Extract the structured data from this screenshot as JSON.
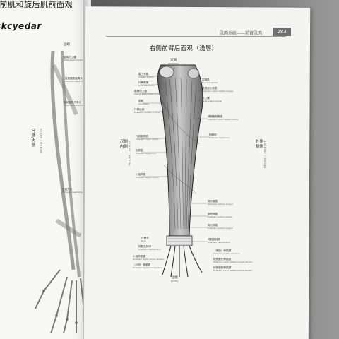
{
  "left_page": {
    "title": "旋前肌和旋后肌前面观",
    "handwritten": "skcyedar",
    "top_label": "远端",
    "side_label": "尺侧/内侧",
    "side_label_en": "ULNAR / MEDIAL",
    "labels": [
      {
        "zh": "肱骨内上髁",
        "en": "Medial epicondyle of humerus"
      },
      {
        "zh": "旋前圆肌肱骨头",
        "en": "Humeral head of pronator teres"
      },
      {
        "zh": "旋前圆肌尺骨头",
        "en": "Ulnar head of pronator teres"
      },
      {
        "zh": "旋前方肌",
        "en": "Pronator quadratus"
      }
    ]
  },
  "header": {
    "section": "肌肉系统——前臂肌肉",
    "page_number": "283"
  },
  "figure": {
    "title": "右侧前臂后面观（浅层）",
    "proximal_label": "近端",
    "proximal_label_en": "PROXIMAL",
    "distal_label": "远端",
    "distal_label_en": "DISTAL",
    "lateral_zh": "外侧",
    "lateral_zh2": "桡侧",
    "lateral_en": "LATERAL / RADIAL",
    "medial_zh": "尺侧",
    "medial_zh2": "内侧",
    "medial_en": "ULNAR / MEDIAL",
    "left_labels": [
      {
        "zh": "肱三头肌",
        "en": "Triceps brachii"
      },
      {
        "zh": "尺骨鹰嘴",
        "en": "Ulna olecranon"
      },
      {
        "zh": "肱骨内上髁",
        "en": "Medial epicondyle of humerus"
      },
      {
        "zh": "肘肌",
        "en": "Anconeus"
      },
      {
        "zh": "尺骨后缘",
        "en": "Posterior border of ulna"
      },
      {
        "zh": "尺侧腕伸肌",
        "en": "Extensor carpi ulnaris"
      },
      {
        "zh": "指伸肌",
        "en": "Extensor digitorum"
      },
      {
        "zh": "小指伸肌",
        "en": "Extensor digiti minimi"
      },
      {
        "zh": "尺骨头",
        "en": "Ulna"
      },
      {
        "zh": "伸肌支持带",
        "en": "Extensor retinaculum"
      },
      {
        "zh": "小指伸肌腱",
        "en": "Extensor digiti minimi tendon"
      },
      {
        "zh": "（小指）伸肌腱",
        "en": "Extensor digitorum tendons"
      }
    ],
    "right_labels": [
      {
        "zh": "肱桡肌",
        "en": "Brachioradialis"
      },
      {
        "zh": "桡侧腕长伸肌",
        "en": "Extensor carpi radialis longus"
      },
      {
        "zh": "外上髁",
        "en": "Lateral epicondyle"
      },
      {
        "zh": "桡侧腕短伸肌",
        "en": "Extensor carpi radialis brevis"
      },
      {
        "zh": "指伸肌",
        "en": "Extensor digitorum"
      },
      {
        "zh": "拇长展肌",
        "en": "Abductor pollicis longus"
      },
      {
        "zh": "拇短伸肌",
        "en": "Extensor pollicis brevis"
      },
      {
        "zh": "拇长伸肌",
        "en": "Extensor pollicis longus"
      },
      {
        "zh": "伸肌支持带",
        "en": "Extensor retinaculum"
      },
      {
        "zh": "（拇指）伸肌腱",
        "en": "Extensor pollicis tendons"
      },
      {
        "zh": "桡侧腕长伸肌腱",
        "en": "Extensor carpi radialis longus tendon"
      },
      {
        "zh": "桡侧腕短伸肌腱",
        "en": "Extensor carpi radialis brevis tendon"
      }
    ]
  }
}
